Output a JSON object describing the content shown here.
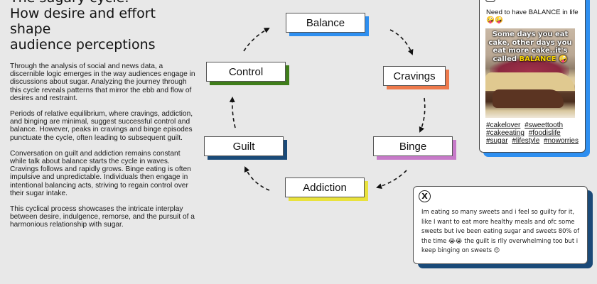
{
  "left_panel": {
    "title_partial": "The sugary cycle:",
    "title_line1": "How desire and effort shape",
    "title_line2": "audience perceptions",
    "paragraphs": [
      "Through the analysis of social and news data, a discernible logic emerges in the way audiences engage in discussions about sugar. Analyzing the journey through this cycle reveals patterns that mirror the ebb and flow of desires and restraint.",
      "Periods of relative equilibrium, where cravings, addiction, and binging are minimal, suggest successful control and balance. However, peaks in cravings and binge episodes punctuate the cycle, often leading to subsequent guilt.",
      "Conversation on guilt and addiction remains constant while talk about balance starts the cycle in waves. Cravings follows and rapidly grows. Binge eating is often impulsive and unpredictable. Individuals then engage in intentional balancing acts, striving to regain control over their sugar intake.",
      "This cyclical process showcases the intricate interplay between desire, indulgence, remorse, and the pursuit of a harmonious relationship with sugar."
    ]
  },
  "cycle": {
    "nodes": [
      {
        "id": "balance",
        "label": "Balance",
        "color": "#2e8ff0"
      },
      {
        "id": "cravings",
        "label": "Cravings",
        "color": "#ee7a4c"
      },
      {
        "id": "binge",
        "label": "Binge",
        "color": "#c77ac9"
      },
      {
        "id": "addiction",
        "label": "Addiction",
        "color": "#e9e23c"
      },
      {
        "id": "guilt",
        "label": "Guilt",
        "color": "#1a4a78"
      },
      {
        "id": "control",
        "label": "Control",
        "color": "#3f7d1a"
      }
    ],
    "order": [
      "balance",
      "cravings",
      "binge",
      "addiction",
      "guilt",
      "control"
    ]
  },
  "instagram_post": {
    "icon": "instagram-icon",
    "caption": "Need to have BALANCE in life 🤪🤪",
    "image_overlay_text": "Some days you eat cake, other days you eat more cake..it's called",
    "image_overlay_highlight": "BALANCE",
    "image_overlay_emoji": "🤪",
    "hashtags": [
      "#cakelover",
      "#sweettooth",
      "#cakeeating",
      "#foodislife",
      "#sugar",
      "#lifestyle",
      "#noworries"
    ],
    "accent_color": "#2e8ff0"
  },
  "x_post": {
    "icon": "x-icon",
    "icon_glyph": "X",
    "text": "Im eating so many sweets and i feel so guilty for it, like I want to eat more healthy meals and ofc some sweets but ive been eating sugar and sweets 80% of the time 😭😭 the guilt is rlly overwhelming too but i keep binging on sweets 😔",
    "accent_color": "#1a4a78"
  }
}
